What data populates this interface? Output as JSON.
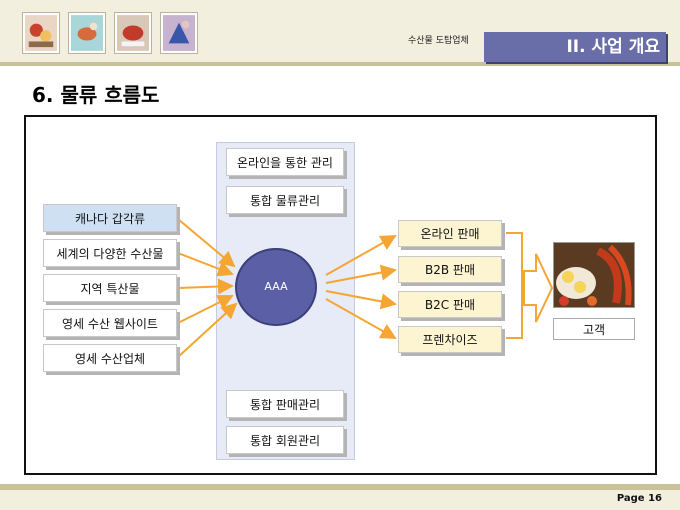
{
  "header": {
    "company": "수산물 도탑업체",
    "section": "II. 사업 개요"
  },
  "page_title": "6. 물류 흐름도",
  "diagram": {
    "sources": [
      "캐나다 갑각류",
      "세계의 다양한 수산물",
      "지역 특산물",
      "영세 수산 웹사이트",
      "영세 수산업체"
    ],
    "hub": "AAA",
    "top_services": [
      "온라인을 통한 관리",
      "통합 물류관리"
    ],
    "bottom_services": [
      "통합 판매관리",
      "통합 회원관리"
    ],
    "channels": [
      "온라인 판매",
      "B2B 판매",
      "B2C 판매",
      "프렌차이즈"
    ],
    "customer": "고객"
  },
  "footer": {
    "page": "Page 16"
  },
  "colors": {
    "arrow": "#f5a531",
    "hub": "#5b5fa6",
    "accent": "#6a6ea8"
  },
  "icons": [
    "food-photo-icon",
    "seafood-photo-icon"
  ]
}
